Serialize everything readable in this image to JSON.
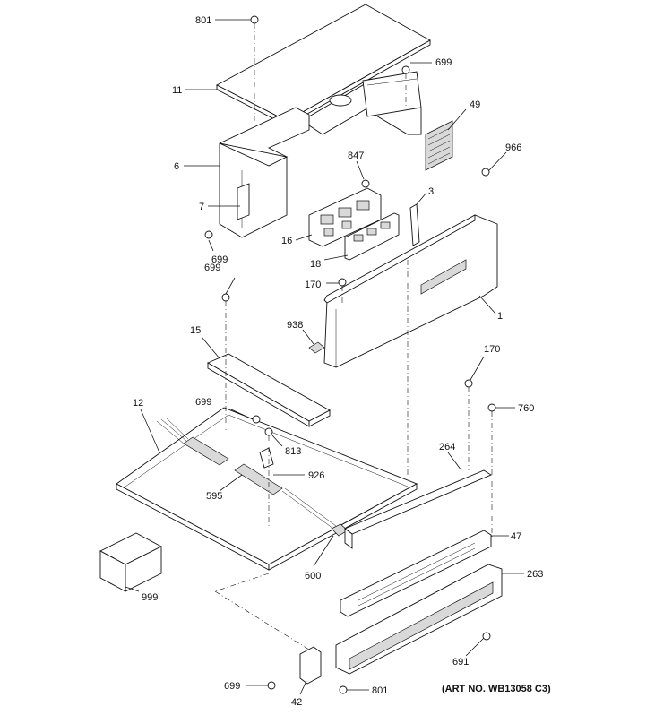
{
  "art_number": "(ART NO. WB13058 C3)",
  "callouts": {
    "c801a": "801",
    "c699a": "699",
    "c11": "11",
    "c49": "49",
    "c966": "966",
    "c6": "6",
    "c847": "847",
    "c3": "3",
    "c7": "7",
    "c16": "16",
    "c699b": "699",
    "c18": "18",
    "c699c": "699",
    "c170a": "170",
    "c1": "1",
    "c938": "938",
    "c15": "15",
    "c170b": "170",
    "c12": "12",
    "c699d": "699",
    "c760": "760",
    "c813": "813",
    "c264": "264",
    "c926": "926",
    "c595": "595",
    "c47": "47",
    "c600": "600",
    "c263": "263",
    "c999": "999",
    "c691": "691",
    "c699e": "699",
    "c801b": "801",
    "c42": "42"
  }
}
